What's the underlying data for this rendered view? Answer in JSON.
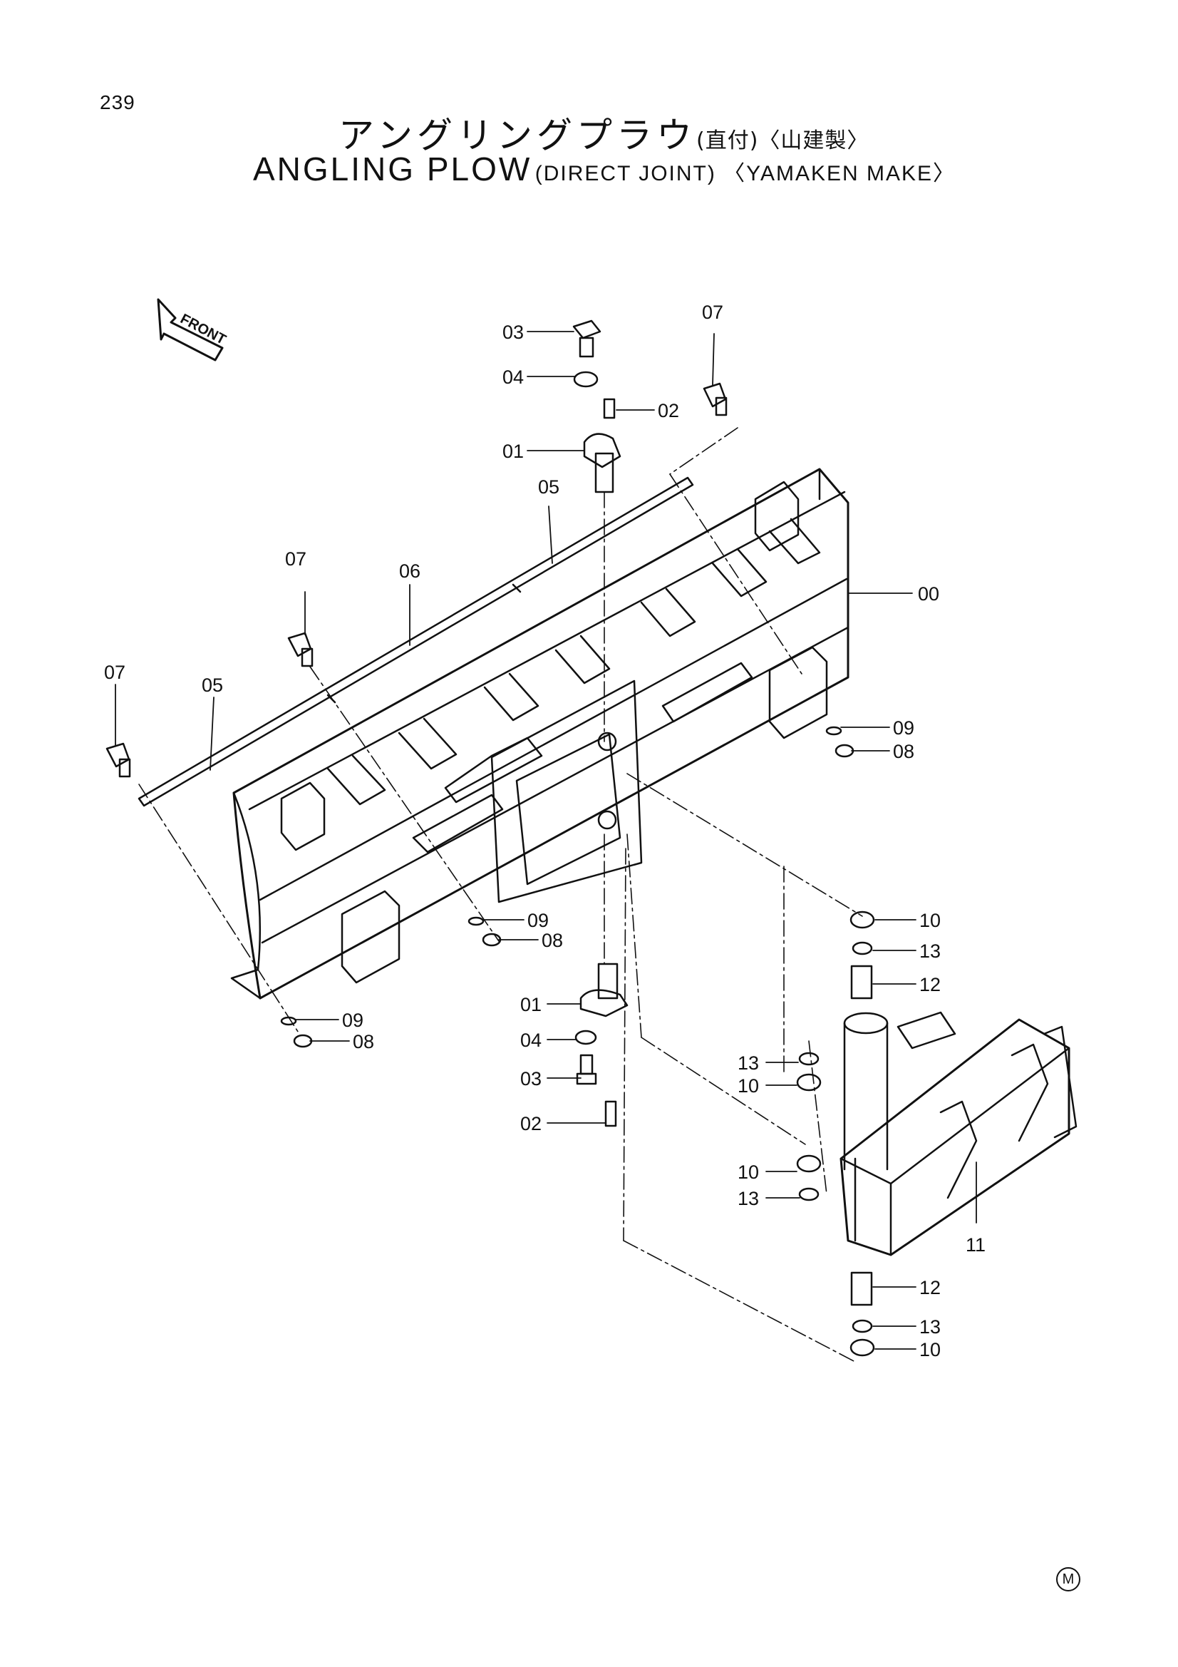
{
  "page_number": "239",
  "title_jp": "アングリングプラウ",
  "title_jp_sub": "(直付)〈山建製〉",
  "title_en": "ANGLING  PLOW",
  "title_en_sub": "(DIRECT JOINT) 〈YAMAKEN MAKE〉",
  "front_label": "FRONT",
  "labels": {
    "l03_top": "03",
    "l04_top": "04",
    "l02_top": "02",
    "l01_top": "01",
    "l07_top": "07",
    "l05_right": "05",
    "l07_mid": "07",
    "l06": "06",
    "l07_left": "07",
    "l05_left": "05",
    "l00": "00",
    "l09_right": "09",
    "l08_right": "08",
    "l09_mid": "09",
    "l08_mid": "08",
    "l09_left": "09",
    "l08_left": "08",
    "l01_bot": "01",
    "l04_bot": "04",
    "l03_bot": "03",
    "l02_bot": "02",
    "l10_a": "10",
    "l13_a": "13",
    "l12_a": "12",
    "l13_b": "13",
    "l10_b": "10",
    "l10_c": "10",
    "l13_c": "13",
    "l11": "11",
    "l12_b": "12",
    "l13_d": "13",
    "l10_d": "10"
  },
  "mark": "M"
}
